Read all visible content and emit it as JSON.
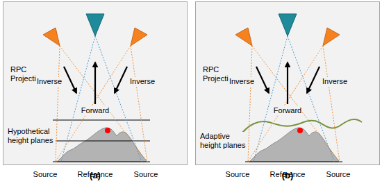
{
  "diagram": {
    "nodes": [
      {
        "text": [
          "(a)"
        ]
      },
      {
        "text": [
          "Source"
        ],
        "in": 0
      },
      {
        "text": [
          "Reference"
        ],
        "in": 0
      },
      {
        "text": [
          "Source"
        ],
        "in": 0
      },
      {
        "text": [
          "(b)"
        ]
      },
      {
        "text": [
          "Source"
        ],
        "in": 4
      },
      {
        "text": [
          "Reference"
        ],
        "in": 4
      },
      {
        "text": [
          "Source"
        ],
        "in": 4
      }
    ],
    "labels": [
      "RPC Projection",
      "Inverse",
      "Forward",
      "Inverse",
      "Hypothetical height planes",
      "RPC Projection",
      "Inverse",
      "Forward",
      "Inverse",
      "Adaptive height planes"
    ]
  }
}
